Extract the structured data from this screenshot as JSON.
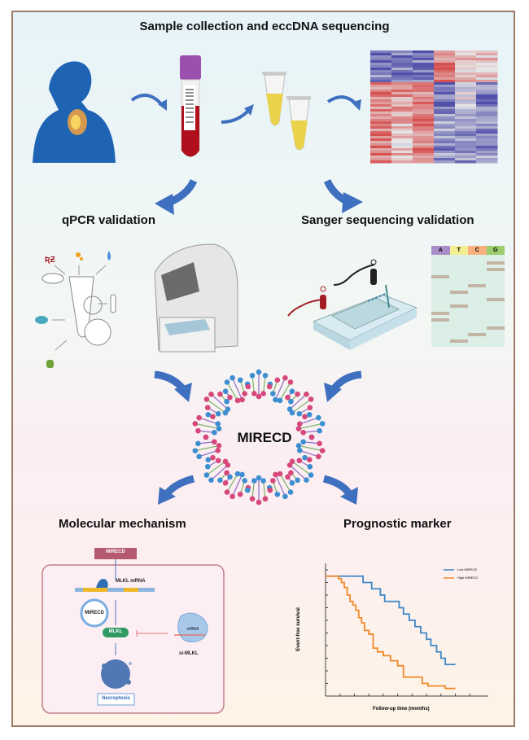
{
  "sections": {
    "top": {
      "title": "Sample collection and eccDNA sequencing"
    },
    "qpcr": {
      "title": "qPCR validation"
    },
    "sanger": {
      "title": "Sanger sequencing validation",
      "bases": [
        "A",
        "T",
        "C",
        "G"
      ],
      "base_colors": [
        "#a98dc9",
        "#f2ee91",
        "#f7b07e",
        "#9ccc6d"
      ]
    },
    "center": {
      "label": "MIRECD"
    },
    "mechanism": {
      "title": "Molecular mechanism",
      "top_box": "MIRECD",
      "mrna_label": "MLKL mRNA",
      "circle_label": "MIRECD",
      "protein_label": "MLKL",
      "inhibitor_label": "si-MLKL",
      "inhibitor_inner": "siRNA",
      "outcome_label": "Necroptosis"
    },
    "prognostic": {
      "title": "Prognostic marker"
    }
  },
  "colors": {
    "arrow": "#3f6fbf",
    "frame": "#9c7a66",
    "dna_red": "#d6477a",
    "dna_blue": "#3d8ed1"
  },
  "chart_data": {
    "type": "line",
    "title": "",
    "xlabel": "Follow-up time (months)",
    "ylabel": "Event-free survival",
    "xlim": [
      0,
      11
    ],
    "ylim": [
      0,
      10
    ],
    "legend_position": "top-right",
    "grid": false,
    "series": [
      {
        "name": "Low MIRECD",
        "color": "#3d86c6",
        "points": [
          [
            0,
            9.5
          ],
          [
            2.6,
            9.5
          ],
          [
            2.6,
            9.0
          ],
          [
            3.2,
            9.0
          ],
          [
            3.2,
            8.5
          ],
          [
            3.8,
            8.5
          ],
          [
            3.8,
            8.0
          ],
          [
            4.1,
            8.0
          ],
          [
            4.1,
            7.5
          ],
          [
            5.1,
            7.5
          ],
          [
            5.1,
            7.0
          ],
          [
            5.4,
            7.0
          ],
          [
            5.4,
            6.5
          ],
          [
            5.8,
            6.5
          ],
          [
            5.8,
            6.0
          ],
          [
            6.2,
            6.0
          ],
          [
            6.2,
            5.5
          ],
          [
            6.6,
            5.5
          ],
          [
            6.6,
            5.0
          ],
          [
            7.0,
            5.0
          ],
          [
            7.0,
            4.5
          ],
          [
            7.3,
            4.5
          ],
          [
            7.3,
            4.0
          ],
          [
            7.7,
            4.0
          ],
          [
            7.7,
            3.5
          ],
          [
            8.0,
            3.5
          ],
          [
            8.0,
            3.0
          ],
          [
            8.3,
            3.0
          ],
          [
            8.3,
            2.5
          ],
          [
            9.0,
            2.5
          ]
        ]
      },
      {
        "name": "High MIRECD",
        "color": "#f08a2a",
        "points": [
          [
            0,
            9.5
          ],
          [
            0.9,
            9.5
          ],
          [
            0.9,
            9.3
          ],
          [
            1.1,
            9.3
          ],
          [
            1.1,
            9.0
          ],
          [
            1.3,
            9.0
          ],
          [
            1.3,
            8.6
          ],
          [
            1.5,
            8.6
          ],
          [
            1.5,
            8.0
          ],
          [
            1.7,
            8.0
          ],
          [
            1.7,
            7.5
          ],
          [
            1.9,
            7.5
          ],
          [
            1.9,
            7.2
          ],
          [
            2.1,
            7.2
          ],
          [
            2.1,
            6.8
          ],
          [
            2.3,
            6.8
          ],
          [
            2.3,
            6.2
          ],
          [
            2.5,
            6.2
          ],
          [
            2.5,
            5.8
          ],
          [
            2.7,
            5.8
          ],
          [
            2.7,
            5.2
          ],
          [
            3.0,
            5.2
          ],
          [
            3.0,
            4.9
          ],
          [
            3.3,
            4.9
          ],
          [
            3.3,
            3.8
          ],
          [
            3.6,
            3.8
          ],
          [
            3.6,
            3.5
          ],
          [
            4.0,
            3.5
          ],
          [
            4.0,
            3.2
          ],
          [
            4.5,
            3.2
          ],
          [
            4.5,
            2.8
          ],
          [
            5.0,
            2.8
          ],
          [
            5.0,
            2.4
          ],
          [
            5.4,
            2.4
          ],
          [
            5.4,
            1.5
          ],
          [
            6.7,
            1.5
          ],
          [
            6.7,
            1.0
          ],
          [
            7.1,
            1.0
          ],
          [
            7.1,
            0.8
          ],
          [
            8.3,
            0.8
          ],
          [
            8.3,
            0.6
          ],
          [
            9.0,
            0.6
          ]
        ]
      }
    ]
  }
}
